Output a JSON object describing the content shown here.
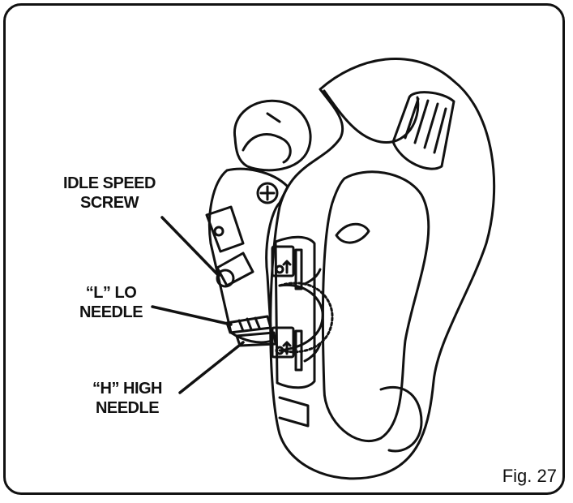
{
  "labels": {
    "idle_speed_screw": {
      "line1": "IDLE SPEED",
      "line2": "SCREW"
    },
    "lo_needle": {
      "line1": "“L” LO",
      "line2": "NEEDLE"
    },
    "high_needle": {
      "line1": "“H” HIGH",
      "line2": "NEEDLE"
    }
  },
  "figure_label": "Fig. 27"
}
